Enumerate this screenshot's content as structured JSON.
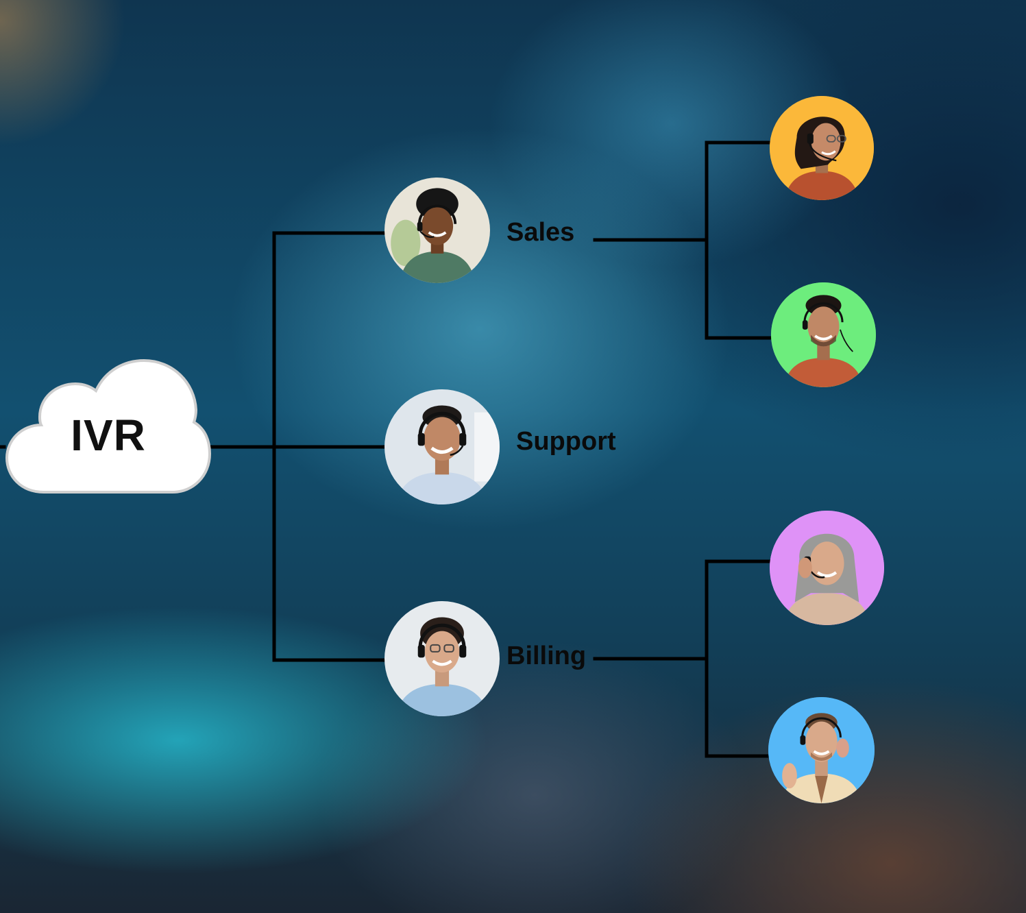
{
  "root": {
    "label": "IVR",
    "icon": "cloud-icon"
  },
  "colors": {
    "line": "#000000",
    "skin_a": "#7a4a2c",
    "skin_b": "#c08866",
    "skin_c": "#d9a98a",
    "agent_bg_warm": "#e9e2d6",
    "agent_bg_cool": "#dfe6ec",
    "yellow": "#fbb83a",
    "green": "#6ded7d",
    "purple": "#df92f7",
    "blue": "#56b8f7"
  },
  "departments": [
    {
      "label": "Sales",
      "agent_icon": "agent-avatar-icon",
      "sub_agents": [
        {
          "icon": "agent-avatar-icon",
          "bg": "#fbb83a"
        },
        {
          "icon": "agent-avatar-icon",
          "bg": "#6ded7d"
        }
      ]
    },
    {
      "label": "Support",
      "agent_icon": "agent-avatar-icon",
      "sub_agents": []
    },
    {
      "label": "Billing",
      "agent_icon": "agent-avatar-icon",
      "sub_agents": [
        {
          "icon": "agent-avatar-icon",
          "bg": "#df92f7"
        },
        {
          "icon": "agent-avatar-icon",
          "bg": "#56b8f7"
        }
      ]
    }
  ]
}
